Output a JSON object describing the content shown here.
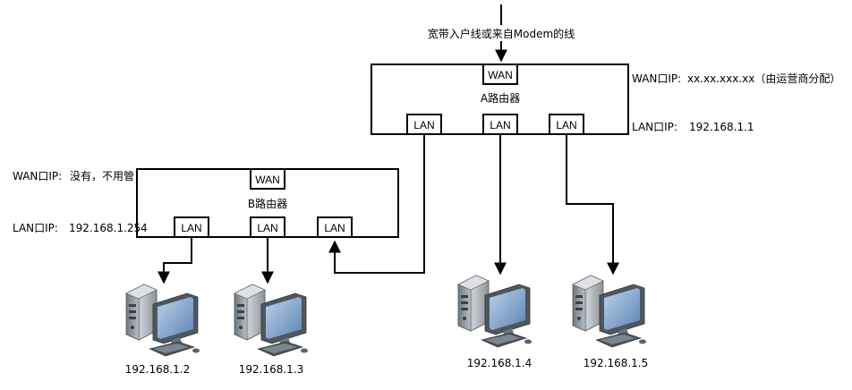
{
  "incoming_label": "宽带入户线或来自Modem的线",
  "router_a": {
    "name": "A路由器",
    "wan_port": "WAN",
    "lan_ports": [
      "LAN",
      "LAN",
      "LAN"
    ],
    "wan_ip_label": "WAN口IP:",
    "wan_ip_value": "xx.xx.xxx.xx（由运营商分配）",
    "lan_ip_label": "LAN口IP:",
    "lan_ip_value": "192.168.1.1"
  },
  "router_b": {
    "name": "B路由器",
    "wan_port": "WAN",
    "lan_ports": [
      "LAN",
      "LAN",
      "LAN"
    ],
    "wan_ip_label": "WAN口IP:",
    "wan_ip_value": "没有，不用管",
    "lan_ip_label": "LAN口IP:",
    "lan_ip_value": "192.168.1.254"
  },
  "computers": [
    {
      "ip": "192.168.1.2"
    },
    {
      "ip": "192.168.1.3"
    },
    {
      "ip": "192.168.1.4"
    },
    {
      "ip": "192.168.1.5"
    }
  ],
  "colors": {
    "line": "#000000",
    "box_border": "#000000",
    "background": "#ffffff"
  },
  "icons": {
    "computer": "desktop-computer-icon"
  }
}
